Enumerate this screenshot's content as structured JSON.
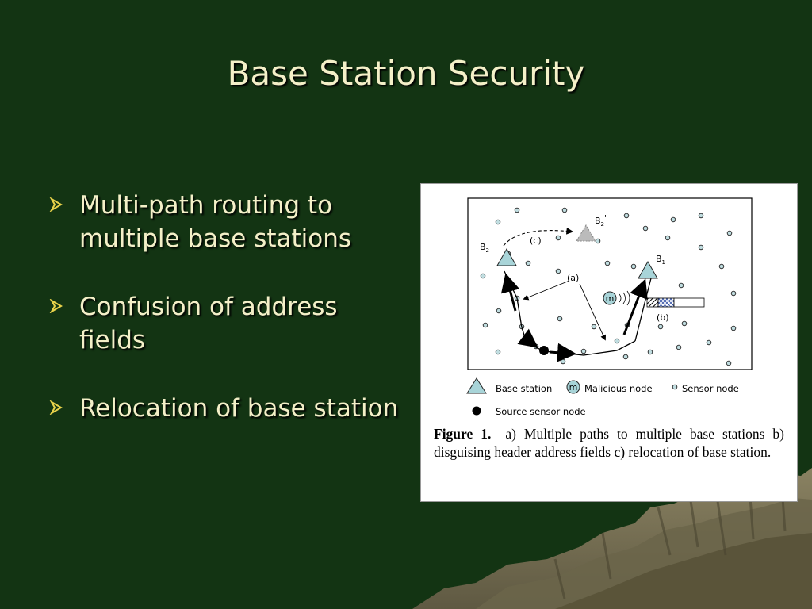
{
  "slide": {
    "title": "Base Station Security",
    "bullets": [
      {
        "text": "Multi-path routing to multiple base stations"
      },
      {
        "text": "Confusion of address fields"
      },
      {
        "text": "Relocation of base station"
      }
    ],
    "bullet_icon": "arrowhead-bullet-icon"
  },
  "figure": {
    "labels": {
      "b2": "B",
      "b2_sub": "2",
      "b2prime": "B",
      "b2prime_sub": "2",
      "b2prime_mark": "'",
      "b1": "B",
      "b1_sub": "1",
      "c": "(c)",
      "a": "(a)",
      "b": "(b)",
      "m": "m"
    },
    "legend": {
      "base_station": "Base station",
      "malicious_node": "Malicious node",
      "sensor_node": "Sensor node",
      "source_sensor_node": "Source sensor node",
      "m_symbol": "m"
    },
    "caption_label": "Figure 1.",
    "caption_text": "a) Multiple paths to multiple base stations b) disguising header address fields c) relocation of base station."
  },
  "colors": {
    "background": "#133413",
    "text": "#f4f0c8",
    "bullet": "#e8d24a",
    "mountain": "#7a7356",
    "base_station_fill": "#a8d4d8"
  }
}
